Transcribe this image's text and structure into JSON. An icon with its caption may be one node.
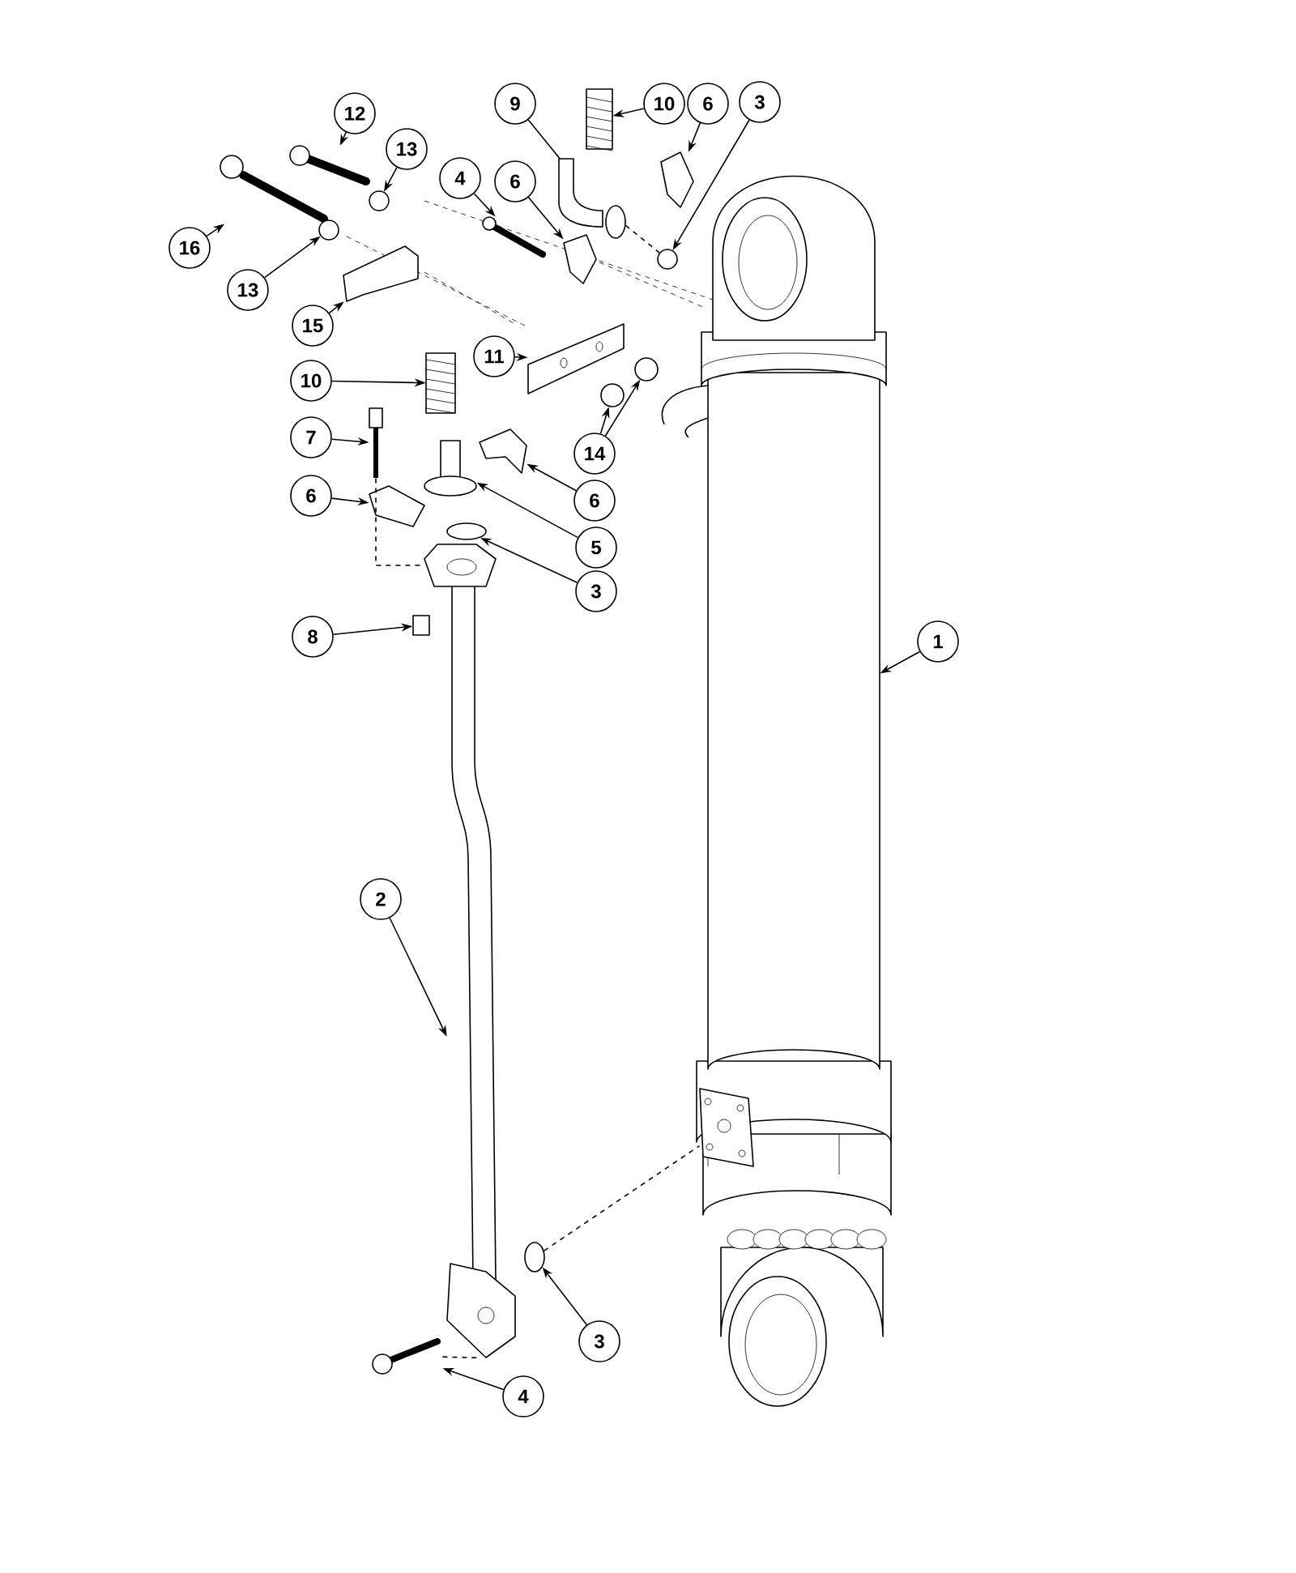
{
  "diagram": {
    "nodes": [
      {
        "text": [
          "12"
        ]
      },
      {
        "text": [
          "9"
        ]
      },
      {
        "text": [
          "10"
        ]
      },
      {
        "text": [
          "6"
        ]
      },
      {
        "text": [
          "3"
        ]
      },
      {
        "text": [
          "13"
        ]
      },
      {
        "text": [
          "4"
        ]
      },
      {
        "text": [
          "6"
        ]
      },
      {
        "text": [
          "16"
        ]
      },
      {
        "text": [
          "13"
        ]
      },
      {
        "text": [
          "15"
        ]
      },
      {
        "text": [
          "11"
        ]
      },
      {
        "text": [
          "10"
        ]
      },
      {
        "text": [
          "7"
        ]
      },
      {
        "text": [
          "14"
        ]
      },
      {
        "text": [
          "6"
        ]
      },
      {
        "text": [
          "6"
        ]
      },
      {
        "text": [
          "5"
        ]
      },
      {
        "text": [
          "3"
        ]
      },
      {
        "text": [
          "8"
        ]
      },
      {
        "text": [
          "1"
        ]
      },
      {
        "text": [
          "2"
        ]
      },
      {
        "text": [
          "3"
        ]
      },
      {
        "text": [
          "4"
        ]
      },
      {
        "text": [],
        "shape": "picture"
      },
      {
        "text": [],
        "shape": "picture"
      },
      {
        "text": [],
        "shape": "circle"
      },
      {
        "text": [],
        "shape": "circle"
      },
      {
        "text": [],
        "shape": "picture"
      },
      {
        "text": [],
        "shape": "picture"
      },
      {
        "text": [],
        "shape": "picture"
      },
      {
        "text": [],
        "shape": "picture"
      },
      {
        "text": [],
        "shape": "picture"
      },
      {
        "text": [],
        "shape": "circle"
      },
      {
        "text": [],
        "shape": "picture"
      },
      {
        "text": [],
        "shape": "picture"
      },
      {
        "text": [],
        "shape": "circle"
      },
      {
        "text": [],
        "shape": "circle"
      },
      {
        "text": [],
        "shape": "picture"
      },
      {
        "text": [],
        "shape": "picture"
      },
      {
        "text": [],
        "shape": "picture"
      },
      {
        "text": [],
        "shape": "picture"
      },
      {
        "text": [],
        "shape": "picture"
      },
      {
        "text": [],
        "shape": "circle"
      },
      {
        "text": [],
        "shape": "box"
      },
      {
        "text": [],
        "shape": "picture"
      },
      {
        "text": [],
        "shape": "picture"
      },
      {
        "text": [],
        "shape": "circle"
      },
      {
        "text": [],
        "shape": "picture"
      },
      {
        "text": [],
        "shape": "picture",
        "in": 45
      },
      {
        "text": [],
        "shape": "picture"
      }
    ],
    "edges": [
      {
        "from": 0,
        "to": 25,
        "arrow": "to"
      },
      {
        "from": 1,
        "to": 32,
        "arrow": "none"
      },
      {
        "from": 2,
        "to": 34,
        "arrow": "to"
      },
      {
        "from": 3,
        "to": 31,
        "arrow": "to"
      },
      {
        "from": 4,
        "to": 33,
        "arrow": "to"
      },
      {
        "from": 5,
        "to": 26,
        "arrow": "to"
      },
      {
        "from": 6,
        "to": 29,
        "arrow": "to"
      },
      {
        "from": 7,
        "to": 30,
        "arrow": "to"
      },
      {
        "from": 8,
        "to": 24,
        "arrow": "to"
      },
      {
        "from": 9,
        "to": 27,
        "arrow": "to"
      },
      {
        "from": 10,
        "to": 28,
        "arrow": "to"
      },
      {
        "from": 11,
        "to": 35,
        "arrow": "to"
      },
      {
        "from": 12,
        "to": 38,
        "arrow": "to"
      },
      {
        "from": 13,
        "to": 39,
        "arrow": "to"
      },
      {
        "from": 14,
        "to": 36,
        "arrow": "to"
      },
      {
        "from": 14,
        "to": 37,
        "arrow": "to"
      },
      {
        "from": 15,
        "to": 41,
        "arrow": "to"
      },
      {
        "from": 16,
        "to": 40,
        "arrow": "to"
      },
      {
        "from": 17,
        "to": 42,
        "arrow": "to"
      },
      {
        "from": 18,
        "to": 43,
        "arrow": "to"
      },
      {
        "from": 19,
        "to": 44,
        "arrow": "to"
      },
      {
        "from": 20,
        "to": 45,
        "arrow": "to"
      },
      {
        "from": 21,
        "to": 46,
        "arrow": "to"
      },
      {
        "from": 22,
        "to": 47,
        "arrow": "to"
      },
      {
        "from": 23,
        "to": 48,
        "arrow": "to"
      },
      {
        "from": 32,
        "to": 33,
        "arrow": "none",
        "style": "dashed"
      },
      {
        "from": 39,
        "to": 50,
        "arrow": "none",
        "style": "dashed"
      },
      {
        "from": 47,
        "to": 49,
        "arrow": "none",
        "style": "dashed"
      },
      {
        "from": 48,
        "to": 46,
        "arrow": "none",
        "style": "dashed"
      }
    ]
  }
}
